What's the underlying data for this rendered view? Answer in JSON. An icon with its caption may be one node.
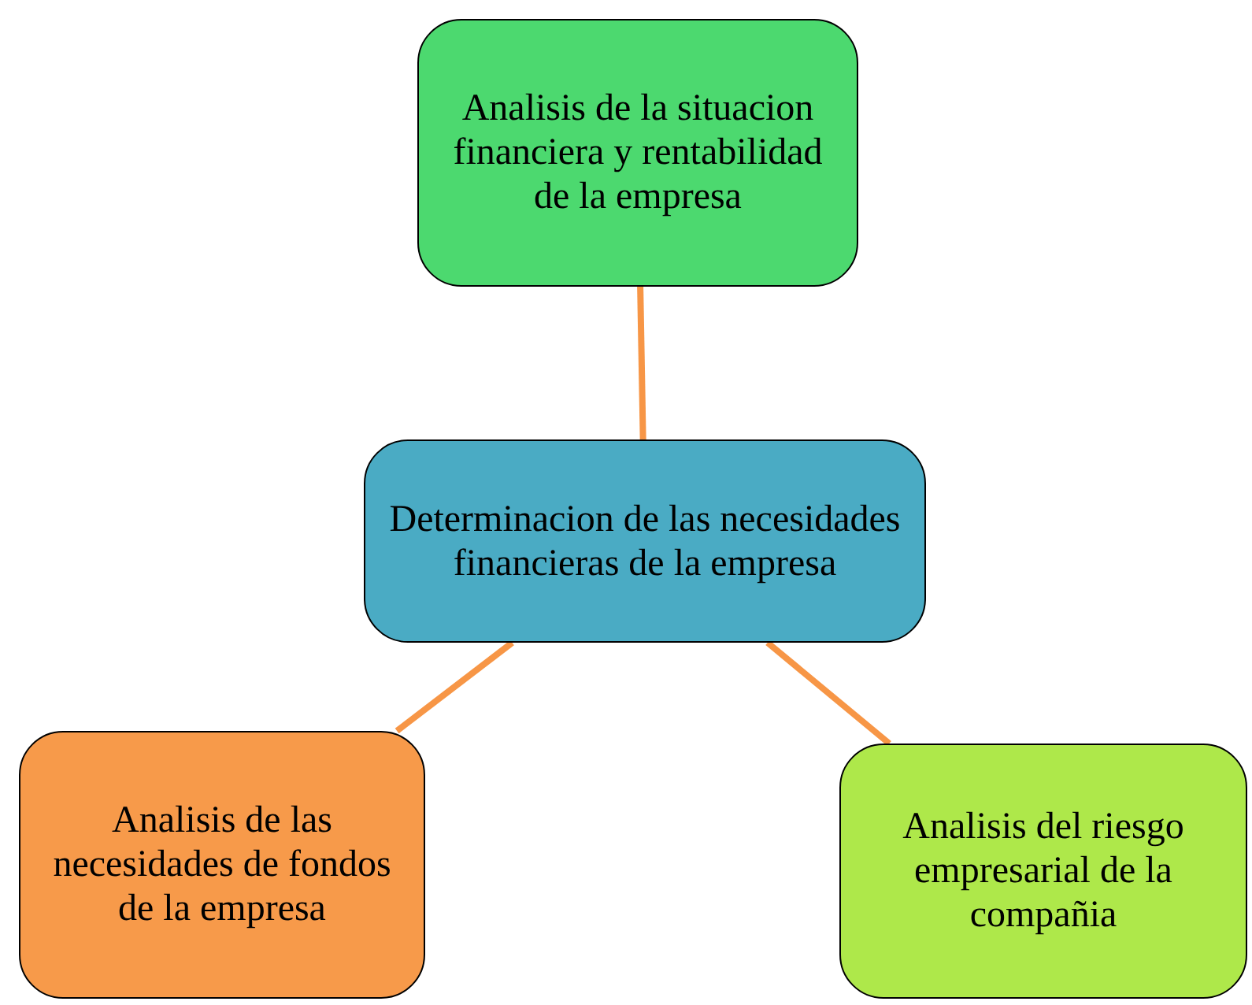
{
  "diagram": {
    "nodes": [
      {
        "text": [
          "Analisis de la situacion financiera y rentabilidad de la empresa"
        ]
      },
      {
        "text": [
          "Determinacion de las necesidades financieras de la empresa"
        ]
      },
      {
        "text": [
          "Analisis de las necesidades de fondos de la empresa"
        ]
      },
      {
        "text": [
          "Analisis del riesgo empresarial de la compañia"
        ]
      }
    ],
    "edges": [
      {
        "from": 1,
        "to": 0,
        "arrow": "none"
      },
      {
        "from": 1,
        "to": 2,
        "arrow": "none"
      },
      {
        "from": 1,
        "to": 3,
        "arrow": "none"
      }
    ]
  }
}
